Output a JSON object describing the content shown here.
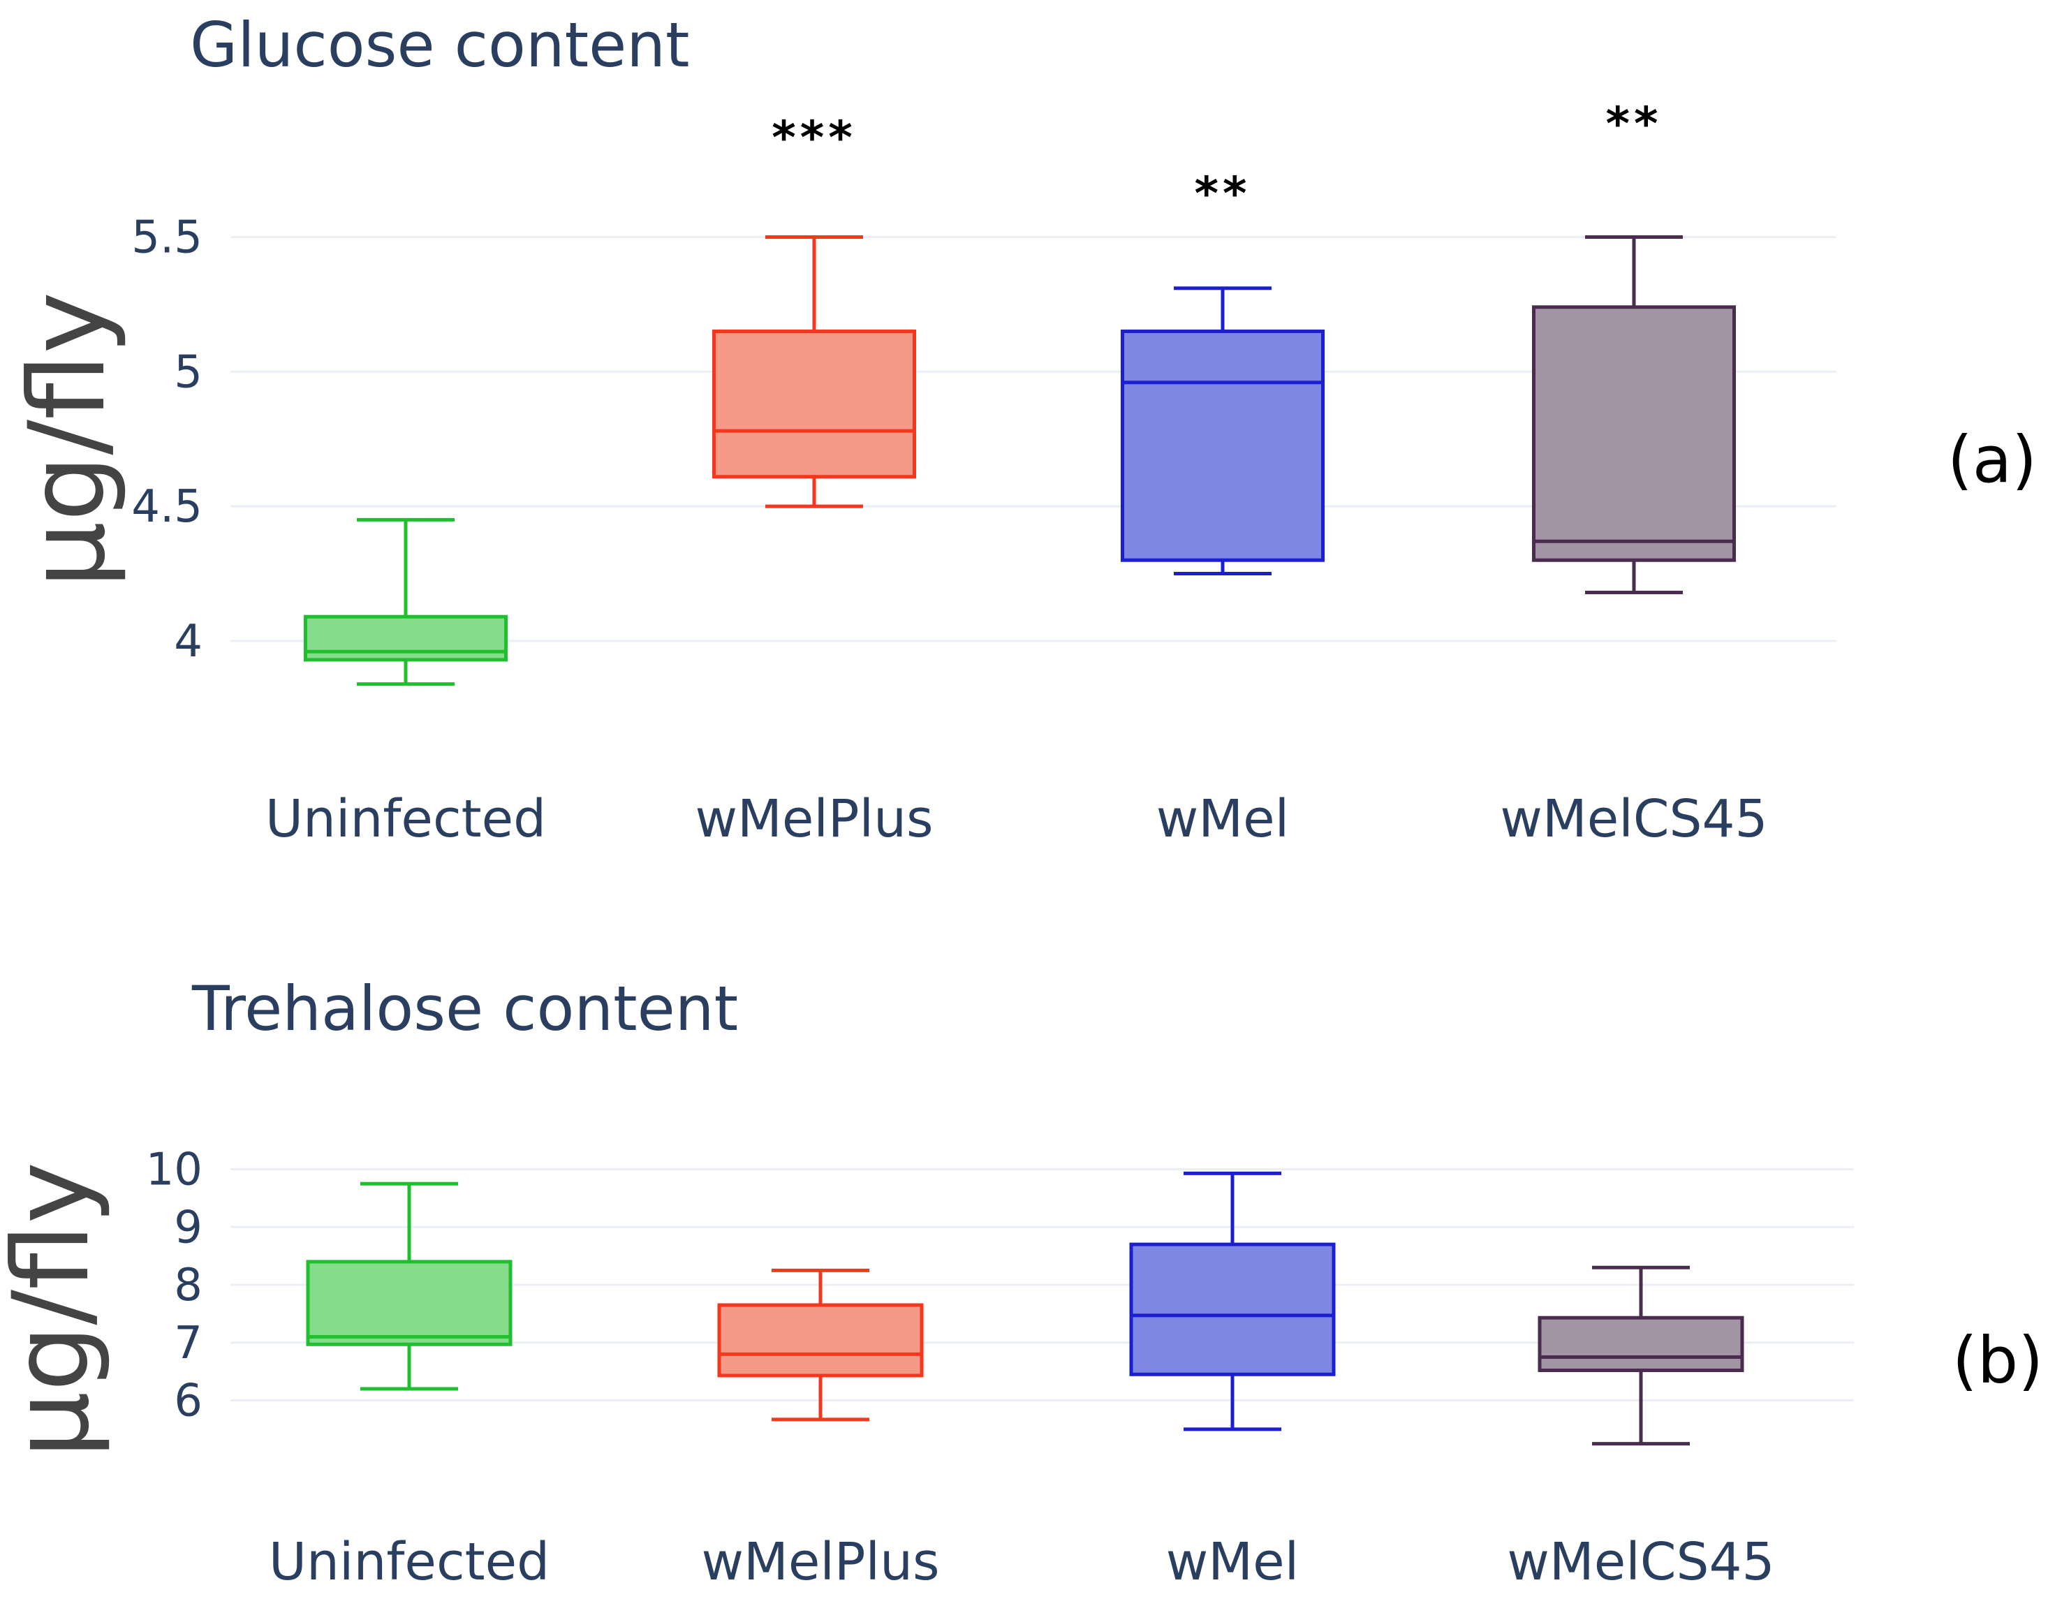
{
  "chart_data": [
    {
      "type": "box",
      "panel": "a",
      "panel_label": "(a)",
      "title": "Glucose content",
      "ylabel": "μg/fly",
      "ylim": [
        3.8,
        5.6
      ],
      "yticks": [
        4,
        4.5,
        5,
        5.5
      ],
      "ytick_labels": [
        "4",
        "4.5",
        "5",
        "5.5"
      ],
      "grid": true,
      "categories": [
        "Uninfected",
        "wMelPlus",
        "wMel",
        "wMelCS45"
      ],
      "colors": {
        "line": [
          "#1fbf2f",
          "#f5381d",
          "#1b1fcf",
          "#4a2c4e"
        ],
        "fill": [
          "#85dc8a",
          "#f69a87",
          "#7f87e4",
          "#a394a5"
        ]
      },
      "boxes": [
        {
          "min": 3.84,
          "q1": 3.93,
          "median": 3.96,
          "q3": 4.09,
          "max": 4.45
        },
        {
          "min": 4.5,
          "q1": 4.61,
          "median": 4.78,
          "q3": 5.15,
          "max": 5.5
        },
        {
          "min": 4.25,
          "q1": 4.3,
          "median": 4.96,
          "q3": 5.15,
          "max": 5.31
        },
        {
          "min": 4.18,
          "q1": 4.3,
          "median": 4.37,
          "q3": 5.24,
          "max": 5.5
        }
      ],
      "annotations": [
        "",
        "***",
        "**",
        "**"
      ]
    },
    {
      "type": "box",
      "panel": "b",
      "panel_label": "(b)",
      "title": "Trehalose content",
      "ylabel": "μg/fly",
      "ylim": [
        5.1,
        10.2
      ],
      "yticks": [
        6,
        7,
        8,
        9,
        10
      ],
      "ytick_labels": [
        "6",
        "7",
        "8",
        "9",
        "10"
      ],
      "grid": true,
      "categories": [
        "Uninfected",
        "wMelPlus",
        "wMel",
        "wMelCS45"
      ],
      "colors": {
        "line": [
          "#1fbf2f",
          "#f5381d",
          "#1b1fcf",
          "#4a2c4e"
        ],
        "fill": [
          "#85dc8a",
          "#f69a87",
          "#7f87e4",
          "#a394a5"
        ]
      },
      "boxes": [
        {
          "min": 6.2,
          "q1": 6.97,
          "median": 7.1,
          "q3": 8.4,
          "max": 9.75
        },
        {
          "min": 5.67,
          "q1": 6.43,
          "median": 6.8,
          "q3": 7.65,
          "max": 8.25
        },
        {
          "min": 5.5,
          "q1": 6.45,
          "median": 7.47,
          "q3": 8.7,
          "max": 9.93
        },
        {
          "min": 5.25,
          "q1": 6.52,
          "median": 6.75,
          "q3": 7.43,
          "max": 8.3
        }
      ],
      "annotations": [
        "",
        "",
        "",
        ""
      ]
    }
  ]
}
